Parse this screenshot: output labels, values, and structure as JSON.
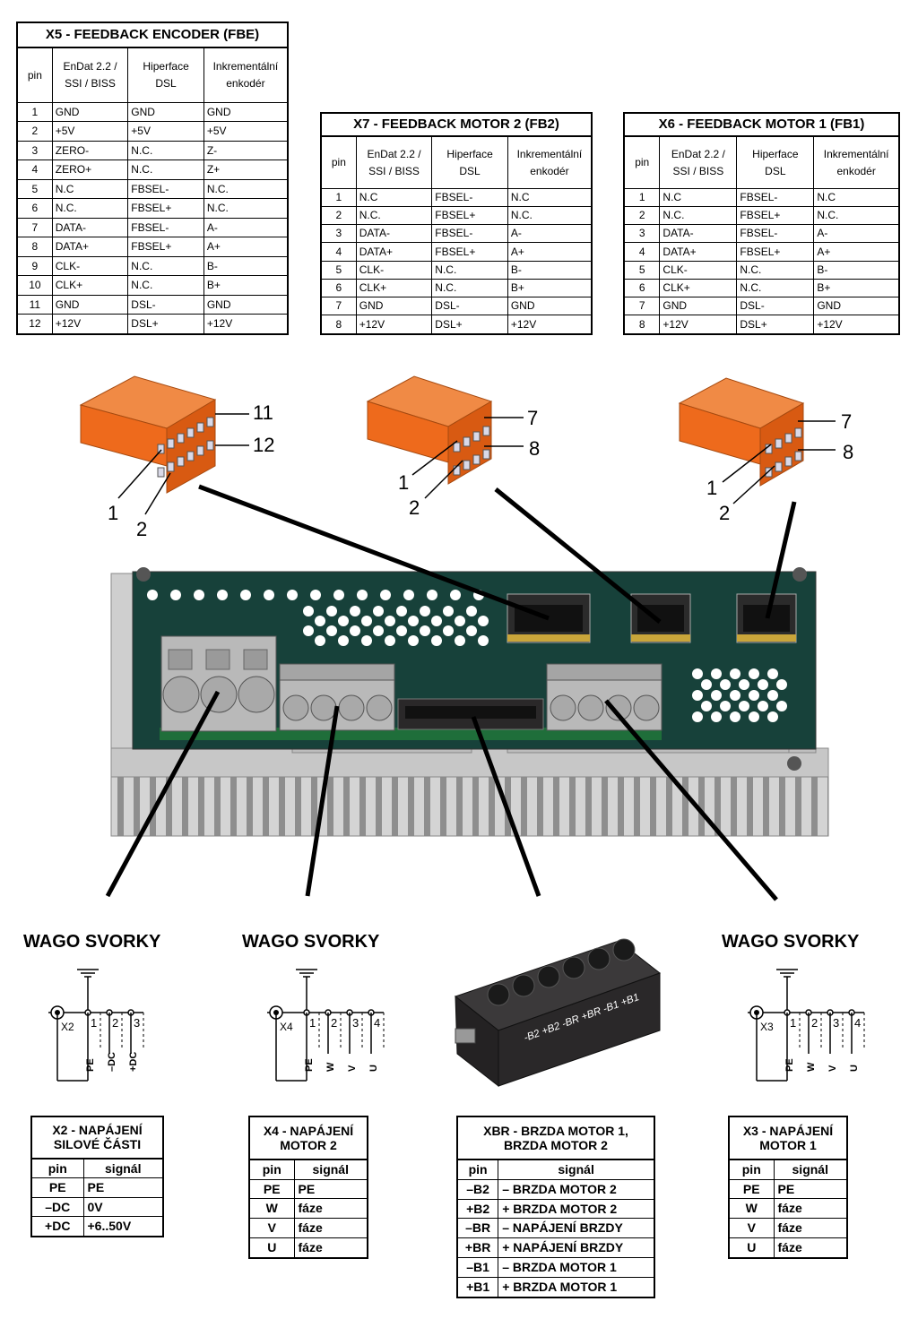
{
  "fb_headers": {
    "pin": "pin",
    "endat_line1": "EnDat 2.2 /",
    "endat_line2": "SSI / BISS",
    "hiper_line1": "Hiperface",
    "hiper_line2": "DSL",
    "inkr_line1": "Inkrementální",
    "inkr_line2": "enkodér"
  },
  "x5": {
    "title": "X5 - FEEDBACK ENCODER (FBE)",
    "rows": [
      [
        "1",
        "GND",
        "GND",
        "GND"
      ],
      [
        "2",
        "+5V",
        "+5V",
        "+5V"
      ],
      [
        "3",
        "ZERO-",
        "N.C.",
        "Z-"
      ],
      [
        "4",
        "ZERO+",
        "N.C.",
        "Z+"
      ],
      [
        "5",
        "N.C",
        "FBSEL-",
        "N.C."
      ],
      [
        "6",
        "N.C.",
        "FBSEL+",
        "N.C."
      ],
      [
        "7",
        "DATA-",
        "FBSEL-",
        "A-"
      ],
      [
        "8",
        "DATA+",
        "FBSEL+",
        "A+"
      ],
      [
        "9",
        "CLK-",
        "N.C.",
        "B-"
      ],
      [
        "10",
        "CLK+",
        "N.C.",
        "B+"
      ],
      [
        "11",
        "GND",
        "DSL-",
        "GND"
      ],
      [
        "12",
        "+12V",
        "DSL+",
        "+12V"
      ]
    ]
  },
  "x7": {
    "title": "X7 - FEEDBACK MOTOR 2 (FB2)",
    "rows": [
      [
        "1",
        "N.C",
        "FBSEL-",
        "N.C"
      ],
      [
        "2",
        "N.C.",
        "FBSEL+",
        "N.C."
      ],
      [
        "3",
        "DATA-",
        "FBSEL-",
        "A-"
      ],
      [
        "4",
        "DATA+",
        "FBSEL+",
        "A+"
      ],
      [
        "5",
        "CLK-",
        "N.C.",
        "B-"
      ],
      [
        "6",
        "CLK+",
        "N.C.",
        "B+"
      ],
      [
        "7",
        "GND",
        "DSL-",
        "GND"
      ],
      [
        "8",
        "+12V",
        "DSL+",
        "+12V"
      ]
    ]
  },
  "x6": {
    "title": "X6 - FEEDBACK MOTOR 1 (FB1)",
    "rows": [
      [
        "1",
        "N.C",
        "FBSEL-",
        "N.C"
      ],
      [
        "2",
        "N.C.",
        "FBSEL+",
        "N.C."
      ],
      [
        "3",
        "DATA-",
        "FBSEL-",
        "A-"
      ],
      [
        "4",
        "DATA+",
        "FBSEL+",
        "A+"
      ],
      [
        "5",
        "CLK-",
        "N.C.",
        "B-"
      ],
      [
        "6",
        "CLK+",
        "N.C.",
        "B+"
      ],
      [
        "7",
        "GND",
        "DSL-",
        "GND"
      ],
      [
        "8",
        "+12V",
        "DSL+",
        "+12V"
      ]
    ]
  },
  "connector_labels": {
    "x5": [
      "11",
      "12",
      "1",
      "2"
    ],
    "x7": [
      "7",
      "8",
      "1",
      "2"
    ],
    "x6": [
      "7",
      "8",
      "1",
      "2"
    ]
  },
  "wago_label": "WAGO SVORKY",
  "sym_x2": {
    "name": "X2",
    "pins": [
      "1",
      "2",
      "3"
    ],
    "signals": [
      "PE",
      "–DC",
      "+DC"
    ]
  },
  "sym_x4": {
    "name": "X4",
    "pins": [
      "1",
      "2",
      "3",
      "4"
    ],
    "signals": [
      "PE",
      "W",
      "V",
      "U"
    ]
  },
  "sym_x3": {
    "name": "X3",
    "pins": [
      "1",
      "2",
      "3",
      "4"
    ],
    "signals": [
      "PE",
      "W",
      "V",
      "U"
    ]
  },
  "xbr_plug_text": "-B2 +B2 -BR +BR -B1 +B1",
  "pin_header": {
    "pin": "pin",
    "signal": "signál"
  },
  "x2": {
    "title_line1": "X2 - NAPÁJENÍ",
    "title_line2": "SILOVÉ ČÁSTI",
    "rows": [
      [
        "PE",
        "PE"
      ],
      [
        "–DC",
        "0V"
      ],
      [
        "+DC",
        "+6..50V"
      ]
    ]
  },
  "x4": {
    "title_line1": "X4 - NAPÁJENÍ",
    "title_line2": "MOTOR 2",
    "rows": [
      [
        "PE",
        "PE"
      ],
      [
        "W",
        "fáze"
      ],
      [
        "V",
        "fáze"
      ],
      [
        "U",
        "fáze"
      ]
    ]
  },
  "xbr": {
    "title_line1": "XBR - BRZDA MOTOR 1,",
    "title_line2": "BRZDA MOTOR 2",
    "rows": [
      [
        "–B2",
        "– BRZDA MOTOR 2"
      ],
      [
        "+B2",
        "+ BRZDA MOTOR 2"
      ],
      [
        "–BR",
        "– NAPÁJENÍ BRZDY"
      ],
      [
        "+BR",
        "+ NAPÁJENÍ BRZDY"
      ],
      [
        "–B1",
        "– BRZDA MOTOR 1"
      ],
      [
        "+B1",
        "+ BRZDA MOTOR 1"
      ]
    ]
  },
  "x3": {
    "title_line1": "X3 - NAPÁJENÍ",
    "title_line2": "MOTOR 1",
    "rows": [
      [
        "PE",
        "PE"
      ],
      [
        "W",
        "fáze"
      ],
      [
        "V",
        "fáze"
      ],
      [
        "U",
        "fáze"
      ]
    ]
  },
  "colors": {
    "pcb": "#17413a",
    "heatsink": "#cfcfcf",
    "orange_connector": "#ee6a1c",
    "gray_terminal": "#b9b9b9",
    "black_plug": "#2a2829"
  }
}
